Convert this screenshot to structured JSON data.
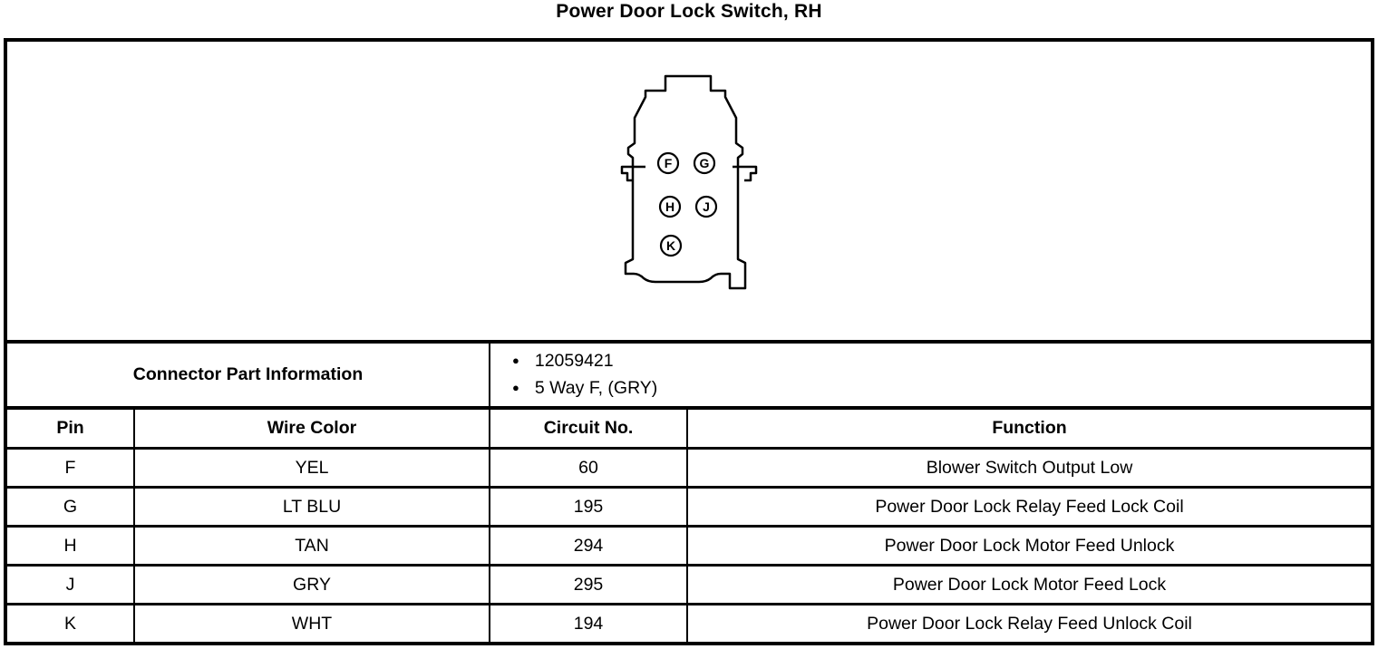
{
  "title": "Power Door Lock Switch, RH",
  "colors": {
    "ink": "#000000",
    "paper": "#ffffff"
  },
  "connector": {
    "name": "5-way female connector face view",
    "pins": [
      "F",
      "G",
      "H",
      "J",
      "K"
    ]
  },
  "part_info": {
    "label": "Connector Part Information",
    "items": [
      "12059421",
      "5 Way F, (GRY)"
    ]
  },
  "table": {
    "headers": {
      "pin": "Pin",
      "wire_color": "Wire Color",
      "circuit_no": "Circuit No.",
      "function": "Function"
    },
    "rows": [
      {
        "pin": "F",
        "wire_color": "YEL",
        "circuit_no": "60",
        "function": "Blower Switch Output Low"
      },
      {
        "pin": "G",
        "wire_color": "LT BLU",
        "circuit_no": "195",
        "function": "Power Door Lock Relay Feed Lock Coil"
      },
      {
        "pin": "H",
        "wire_color": "TAN",
        "circuit_no": "294",
        "function": "Power Door Lock Motor Feed Unlock"
      },
      {
        "pin": "J",
        "wire_color": "GRY",
        "circuit_no": "295",
        "function": "Power Door Lock Motor Feed Lock"
      },
      {
        "pin": "K",
        "wire_color": "WHT",
        "circuit_no": "194",
        "function": "Power Door Lock Relay Feed Unlock Coil"
      }
    ]
  }
}
